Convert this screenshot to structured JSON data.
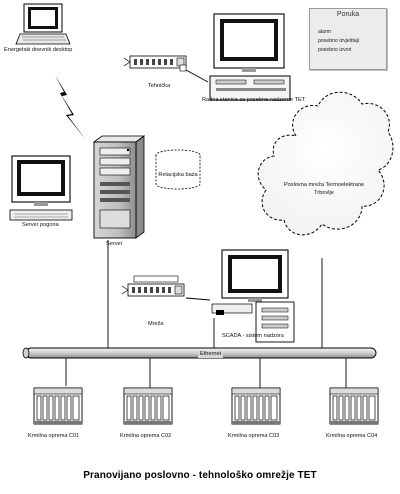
{
  "labels": {
    "laptop": "Energetski dnevnik desktop",
    "poruka_title": "Poruka",
    "poruka_line1": "alarm",
    "poruka_line2": "posebno izvještaji",
    "poruka_line3": "posebno izvori",
    "ethernet_top_left": "Tehnička",
    "ethernet_top_right": "Radna stanica za posebne nadzorne TET",
    "baza": "Relacijska baza",
    "server_pc": "Server pogona",
    "server": "Server",
    "cloud": "Poslovna mreža Termoelektrane Trbovlje",
    "scada_bridge": "Mreža",
    "scada": "SCADA - sistem nadzora",
    "ethernet": "Ethernet",
    "plc1": "Krmilna oprema C01",
    "plc2": "Krmilna oprema C02",
    "plc3": "Krmilna oprema C03",
    "plc4": "Krmilna oprema C04"
  },
  "caption": "Pranovijano poslovno - tehnološko omrežje TET",
  "icons": {
    "laptop": "laptop-icon",
    "workstation": "workstation-icon",
    "server": "server-tower-icon",
    "database": "database-icon",
    "cloud": "cloud-network-icon",
    "bridge": "network-device-icon",
    "plc": "plc-rack-icon",
    "lightning": "wireless-link-icon"
  }
}
